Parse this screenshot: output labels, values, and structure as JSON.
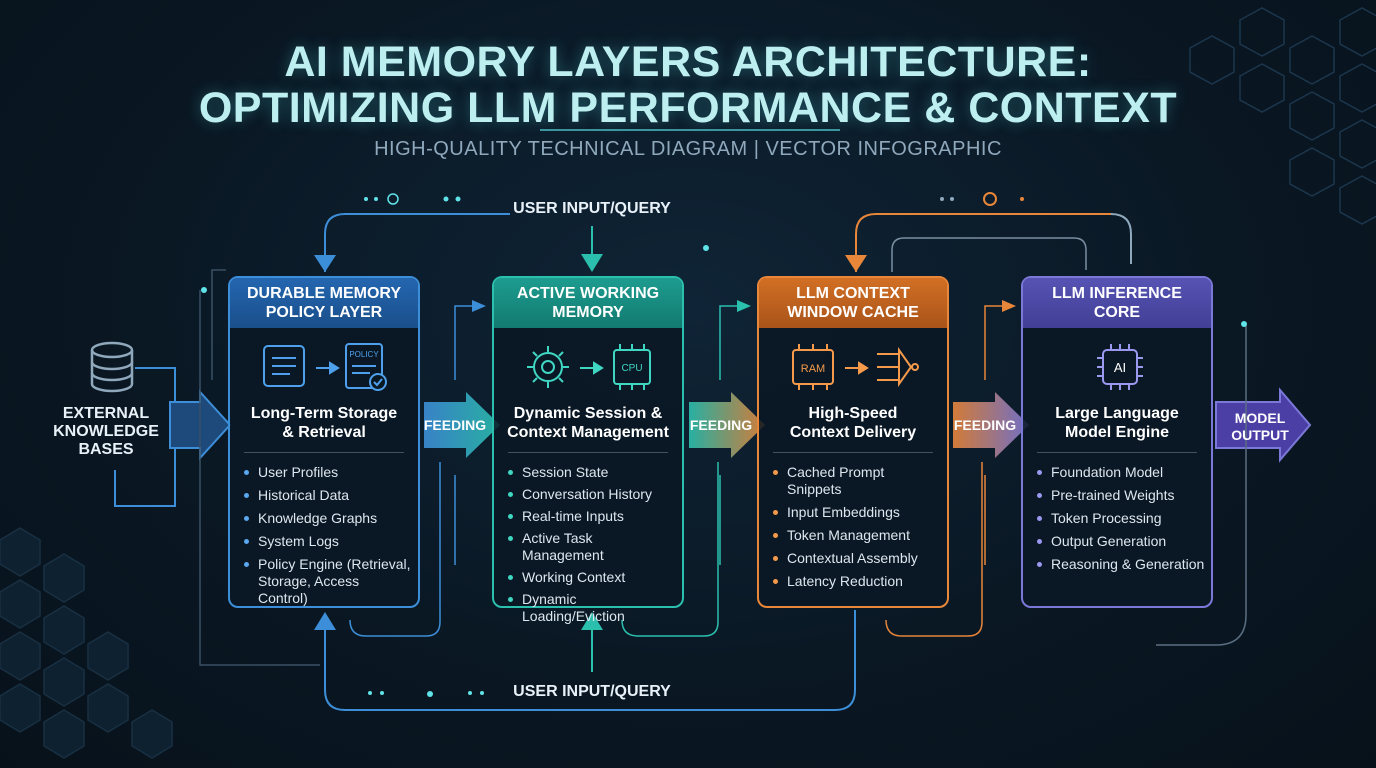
{
  "title_line1": "AI MEMORY LAYERS ARCHITECTURE:",
  "title_line2": "OPTIMIZING LLM PERFORMANCE & CONTEXT",
  "subtitle": "HIGH-QUALITY TECHNICAL DIAGRAM | VECTOR INFOGRAPHIC",
  "user_input_top": "USER INPUT/QUERY",
  "user_input_bottom": "USER INPUT/QUERY",
  "external": [
    "EXTERNAL",
    "KNOWLEDGE",
    "BASES"
  ],
  "output": [
    "MODEL",
    "OUTPUT"
  ],
  "feeding": [
    "FEEDING",
    "FEEDING",
    "FEEDING"
  ],
  "colors": {
    "blue": "#3d8ed8",
    "teal": "#2bbfae",
    "orange": "#e8863a",
    "purple": "#7b78d8"
  },
  "layers": [
    {
      "header": [
        "DURABLE MEMORY",
        "POLICY LAYER"
      ],
      "icons": [
        "document-icon",
        "policy-document-icon"
      ],
      "icon_text": "POLICY",
      "subtitle": [
        "Long-Term Storage",
        "& Retrieval"
      ],
      "items": [
        "User Profiles",
        "Historical Data",
        "Knowledge Graphs",
        "System Logs",
        "Policy Engine (Retrieval, Storage, Access Control)"
      ]
    },
    {
      "header": [
        "ACTIVE WORKING",
        "MEMORY"
      ],
      "icons": [
        "gear-icon",
        "cpu-icon"
      ],
      "icon_text": "CPU",
      "subtitle": [
        "Dynamic Session &",
        "Context Management"
      ],
      "items": [
        "Session State",
        "Conversation History",
        "Real-time Inputs",
        "Active Task Management",
        "Working Context",
        "Dynamic Loading/Eviction"
      ]
    },
    {
      "header": [
        "LLM CONTEXT",
        "WINDOW CACHE"
      ],
      "icons": [
        "ram-icon",
        "delivery-icon"
      ],
      "icon_text": "RAM",
      "subtitle": [
        "High-Speed",
        "Context Delivery"
      ],
      "items": [
        "Cached Prompt Snippets",
        "Input Embeddings",
        "Token Management",
        "Contextual Assembly",
        "Latency Reduction"
      ]
    },
    {
      "header": [
        "LLM INFERENCE",
        "CORE"
      ],
      "icons": [
        "ai-chip-icon"
      ],
      "icon_text": "AI",
      "subtitle": [
        "Large Language",
        "Model Engine"
      ],
      "items": [
        "Foundation Model",
        "Pre-trained Weights",
        "Token Processing",
        "Output Generation",
        "Reasoning & Generation"
      ]
    }
  ]
}
